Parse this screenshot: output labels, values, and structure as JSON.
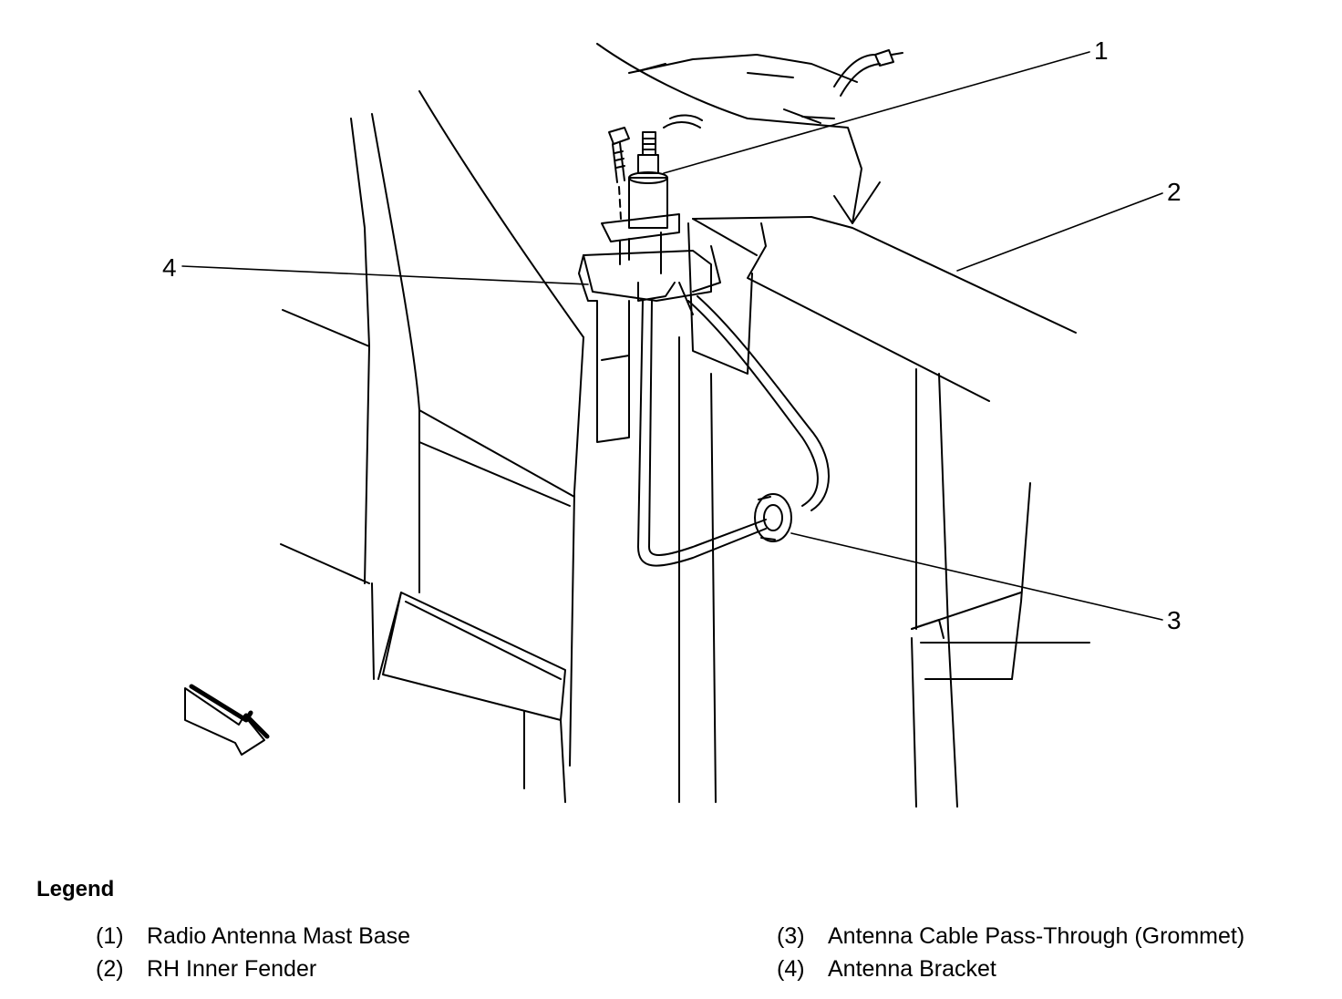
{
  "callouts": [
    {
      "id": "1",
      "label": "1"
    },
    {
      "id": "2",
      "label": "2"
    },
    {
      "id": "3",
      "label": "3"
    },
    {
      "id": "4",
      "label": "4"
    }
  ],
  "legend": {
    "title": "Legend",
    "items": [
      {
        "num": "(1)",
        "text": "Radio Antenna Mast Base"
      },
      {
        "num": "(2)",
        "text": "RH Inner Fender"
      },
      {
        "num": "(3)",
        "text": "Antenna Cable Pass-Through (Grommet)"
      },
      {
        "num": "(4)",
        "text": "Antenna Bracket"
      }
    ]
  }
}
